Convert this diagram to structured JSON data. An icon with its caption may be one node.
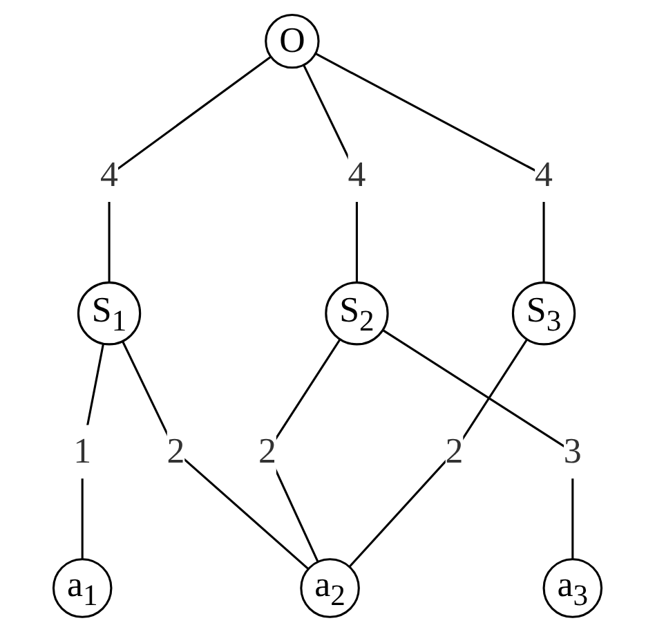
{
  "diagram": {
    "nodes": [
      {
        "text": [
          "O"
        ]
      },
      {
        "text": [
          "S$_{1}$"
        ]
      },
      {
        "text": [
          "S$_{2}$"
        ]
      },
      {
        "text": [
          "S$_{3}$"
        ]
      },
      {
        "text": [
          "a$_{1}$"
        ]
      },
      {
        "text": [
          "a$_{2}$"
        ]
      },
      {
        "text": [
          "a$_{3}$"
        ]
      }
    ],
    "edges": [
      {
        "from": 0,
        "to": 1,
        "arrow": "none",
        "label": "4"
      },
      {
        "from": 0,
        "to": 2,
        "arrow": "none",
        "label": "4"
      },
      {
        "from": 0,
        "to": 3,
        "arrow": "none",
        "label": "4"
      },
      {
        "from": 1,
        "to": 4,
        "arrow": "none",
        "label": "1"
      },
      {
        "from": 1,
        "to": 5,
        "arrow": "none",
        "label": "2"
      },
      {
        "from": 2,
        "to": 5,
        "arrow": "none",
        "label": "2"
      },
      {
        "from": 2,
        "to": 6,
        "arrow": "none",
        "label": "3"
      },
      {
        "from": 3,
        "to": 5,
        "arrow": "none",
        "label": "2"
      }
    ]
  }
}
